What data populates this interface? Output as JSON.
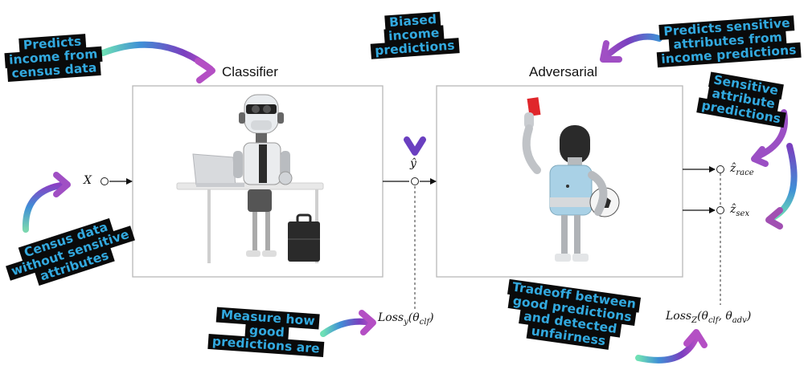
{
  "classifier": {
    "title": "Classifier",
    "input_label": "X",
    "output_label": "ŷ",
    "loss_label": "Loss",
    "loss_sub": "y",
    "loss_args": "(θ",
    "loss_args_sub": "clf",
    "loss_close": ")"
  },
  "adversarial": {
    "title": "Adversarial",
    "race_label": "ẑ",
    "race_sub": "race",
    "sex_label": "ẑ",
    "sex_sub": "sex",
    "loss_label": "Loss",
    "loss_sub": "Z",
    "loss_args": "(θ",
    "loss_args_sub1": "clf",
    "loss_mid": ", θ",
    "loss_args_sub2": "adv",
    "loss_close": ")"
  },
  "annotations": {
    "predicts_income": [
      "Predicts",
      "income from",
      "census data"
    ],
    "biased_income": [
      "Biased",
      "income",
      "predictions"
    ],
    "predicts_sensitive": [
      "Predicts sensitive",
      "attributes from",
      "income  predictions"
    ],
    "sensitive_attribute": [
      "Sensitive",
      "attribute",
      "predictions"
    ],
    "census_data": [
      "Census data",
      "without sensitive",
      "attributes"
    ],
    "measure_how": [
      "Measure how",
      "good",
      "predictions are"
    ],
    "tradeoff": [
      "Tradeoff between",
      "good predictions",
      "and detected",
      "unfairness"
    ]
  },
  "colors": {
    "sticker_bg": "#0a0a0a",
    "sticker_text": "#32a9df",
    "arrow_gradient": [
      "#6fe0b5",
      "#3f8fd6",
      "#7a3fbf",
      "#b44fc4"
    ],
    "box_border": "#b8b8b8"
  },
  "icons": [
    "classifier-robot-illustration",
    "adversarial-robot-illustration",
    "curved-arrow-icon"
  ]
}
